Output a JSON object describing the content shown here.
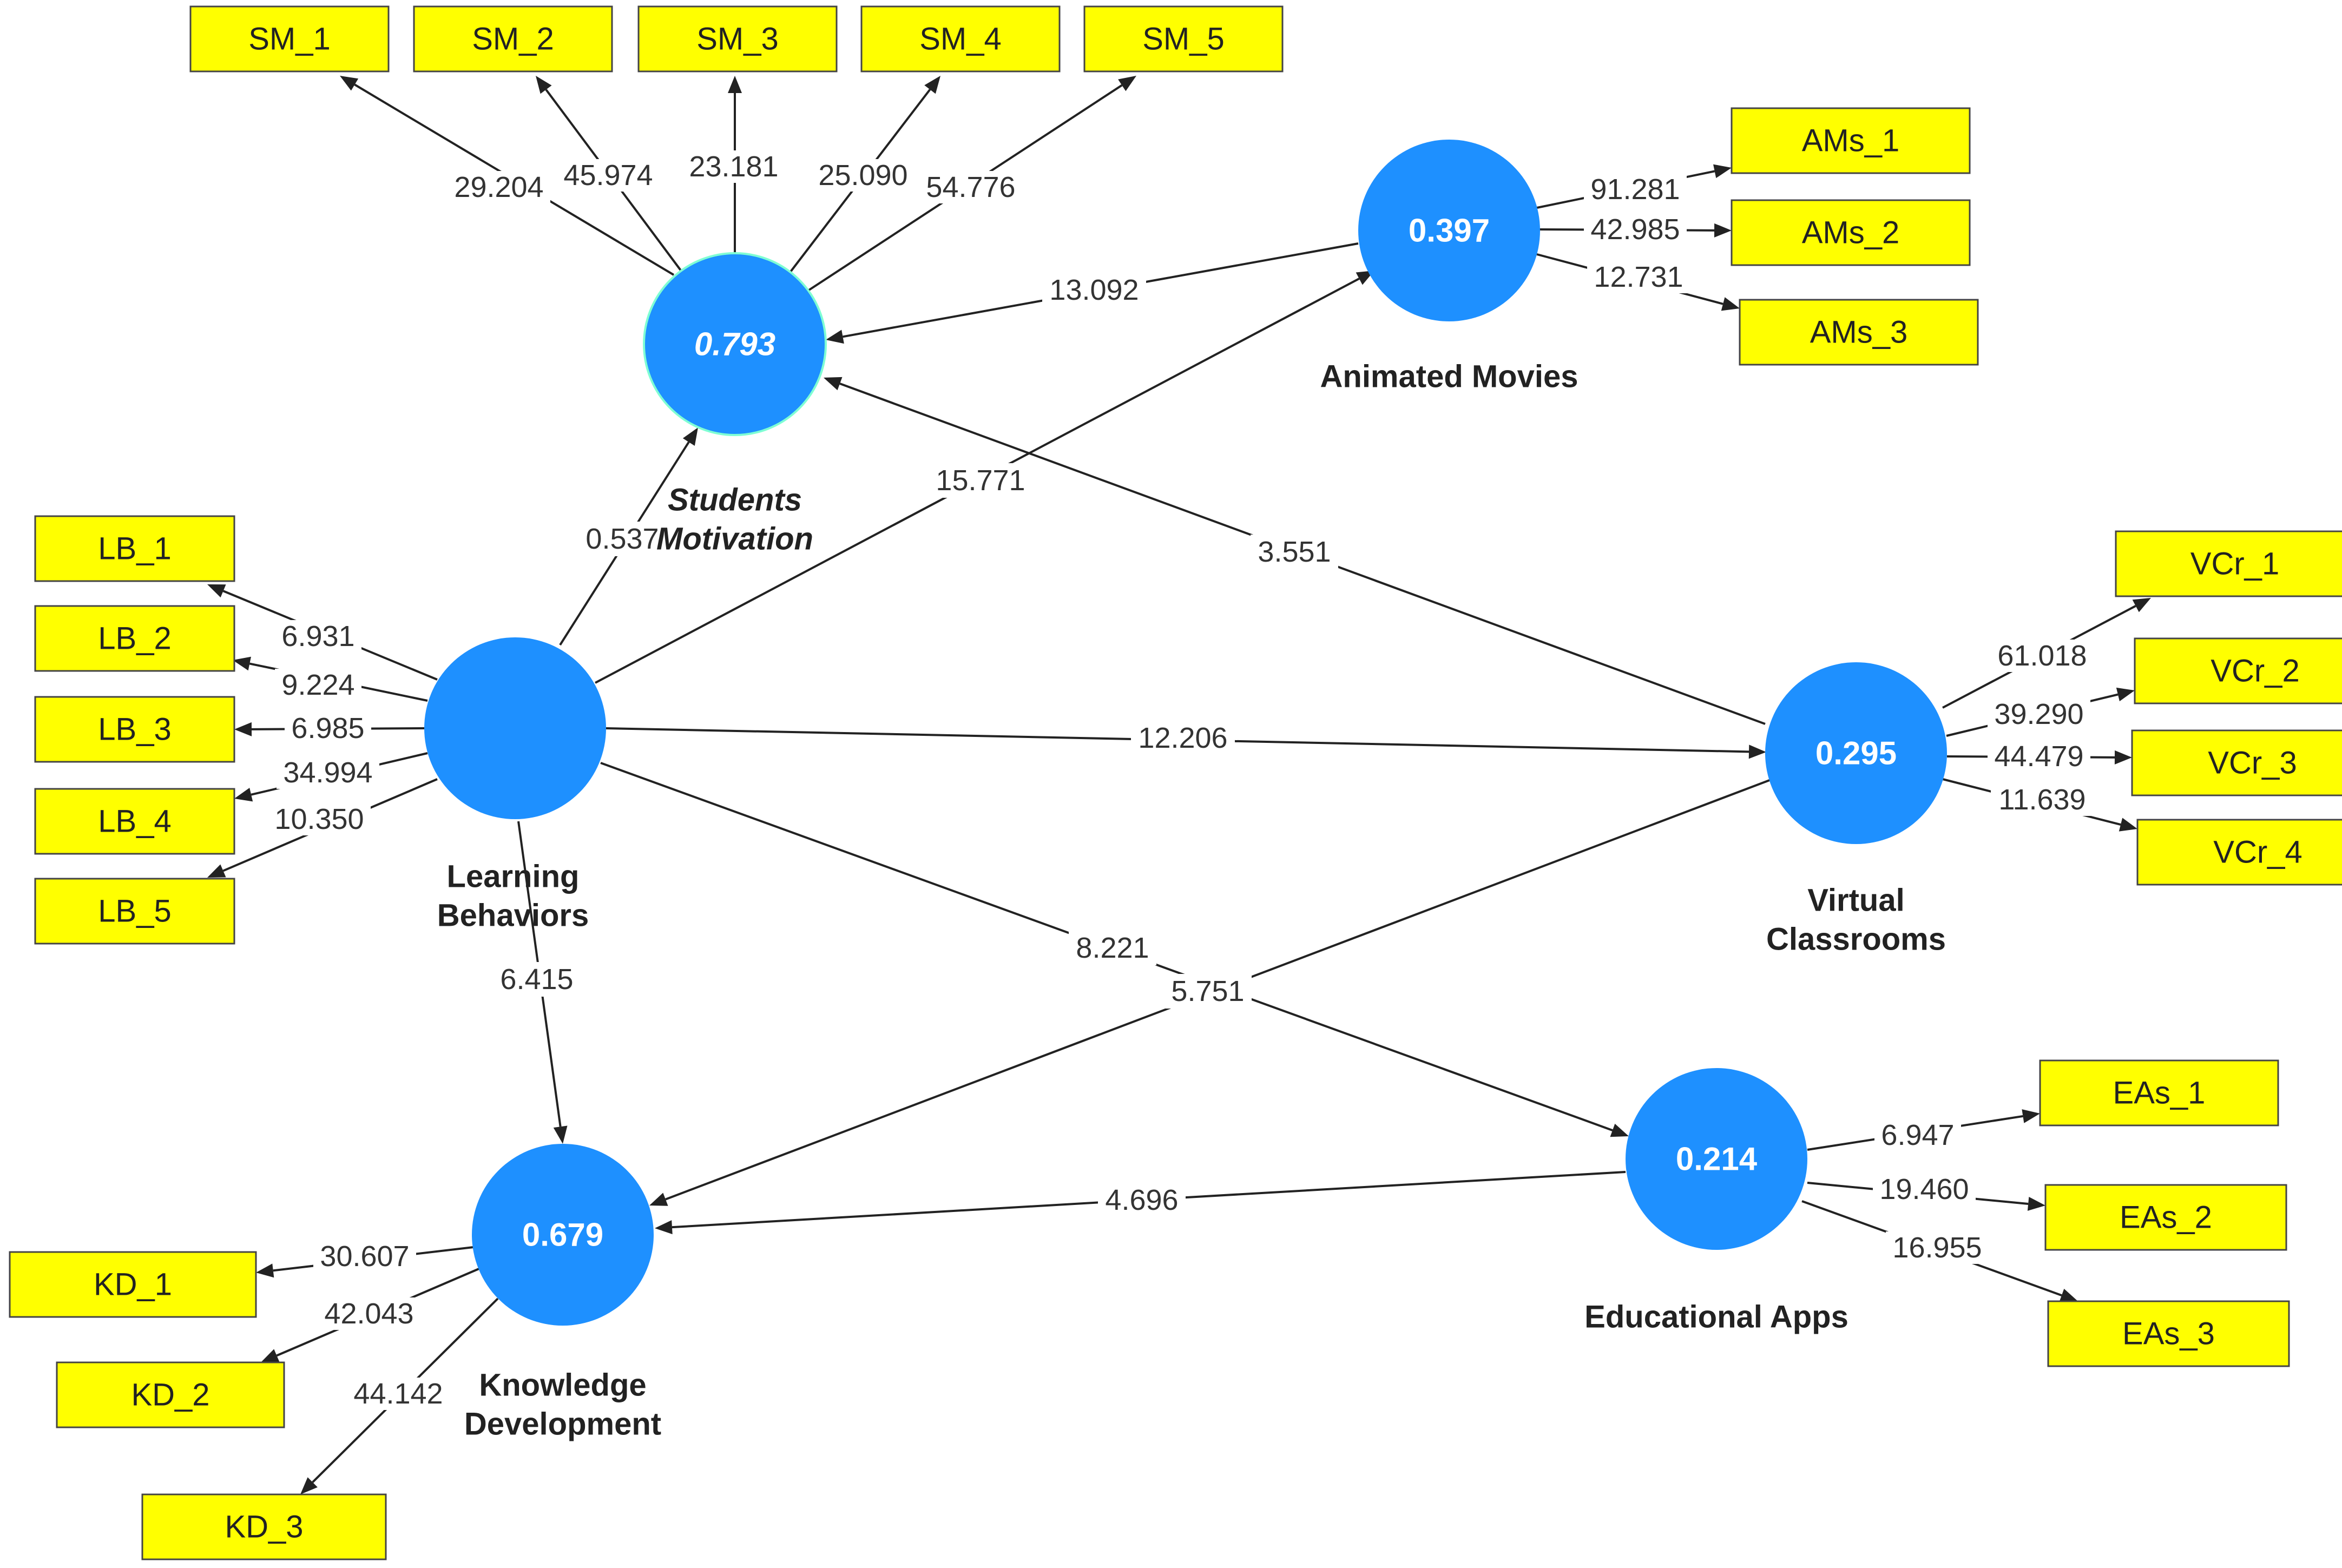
{
  "colors": {
    "construct": "#1e90ff",
    "indicator": "#ffff00",
    "line": "#222222"
  },
  "constructs": [
    {
      "id": "sm",
      "name_lines": [
        "Students",
        "Motivation"
      ],
      "value": "0.793",
      "italic": true
    },
    {
      "id": "am",
      "name_lines": [
        "Animated Movies"
      ],
      "value": "0.397",
      "italic": false
    },
    {
      "id": "lb",
      "name_lines": [
        "Learning",
        "Behaviors"
      ],
      "value": "",
      "italic": false
    },
    {
      "id": "vc",
      "name_lines": [
        "Virtual",
        "Classrooms"
      ],
      "value": "0.295",
      "italic": false
    },
    {
      "id": "ea",
      "name_lines": [
        "Educational Apps"
      ],
      "value": "0.214",
      "italic": false
    },
    {
      "id": "kd",
      "name_lines": [
        "Knowledge",
        "Development"
      ],
      "value": "0.679",
      "italic": false
    }
  ],
  "indicators": [
    {
      "id": "SM_1",
      "label": "SM_1",
      "construct": "sm",
      "loading": "29.204"
    },
    {
      "id": "SM_2",
      "label": "SM_2",
      "construct": "sm",
      "loading": "45.974"
    },
    {
      "id": "SM_3",
      "label": "SM_3",
      "construct": "sm",
      "loading": "23.181"
    },
    {
      "id": "SM_4",
      "label": "SM_4",
      "construct": "sm",
      "loading": "25.090"
    },
    {
      "id": "SM_5",
      "label": "SM_5",
      "construct": "sm",
      "loading": "54.776"
    },
    {
      "id": "AMs_1",
      "label": "AMs_1",
      "construct": "am",
      "loading": "91.281"
    },
    {
      "id": "AMs_2",
      "label": "AMs_2",
      "construct": "am",
      "loading": "42.985"
    },
    {
      "id": "AMs_3",
      "label": "AMs_3",
      "construct": "am",
      "loading": "12.731"
    },
    {
      "id": "LB_1",
      "label": "LB_1",
      "construct": "lb",
      "loading": "6.931"
    },
    {
      "id": "LB_2",
      "label": "LB_2",
      "construct": "lb",
      "loading": "9.224"
    },
    {
      "id": "LB_3",
      "label": "LB_3",
      "construct": "lb",
      "loading": "6.985"
    },
    {
      "id": "LB_4",
      "label": "LB_4",
      "construct": "lb",
      "loading": "34.994"
    },
    {
      "id": "LB_5",
      "label": "LB_5",
      "construct": "lb",
      "loading": "10.350"
    },
    {
      "id": "VCr_1",
      "label": "VCr_1",
      "construct": "vc",
      "loading": "61.018"
    },
    {
      "id": "VCr_2",
      "label": "VCr_2",
      "construct": "vc",
      "loading": "39.290"
    },
    {
      "id": "VCr_3",
      "label": "VCr_3",
      "construct": "vc",
      "loading": "44.479"
    },
    {
      "id": "VCr_4",
      "label": "VCr_4",
      "construct": "vc",
      "loading": "11.639"
    },
    {
      "id": "EAs_1",
      "label": "EAs_1",
      "construct": "ea",
      "loading": "6.947"
    },
    {
      "id": "EAs_2",
      "label": "EAs_2",
      "construct": "ea",
      "loading": "19.460"
    },
    {
      "id": "EAs_3",
      "label": "EAs_3",
      "construct": "ea",
      "loading": "16.955"
    },
    {
      "id": "KD_1",
      "label": "KD_1",
      "construct": "kd",
      "loading": "30.607"
    },
    {
      "id": "KD_2",
      "label": "KD_2",
      "construct": "kd",
      "loading": "42.043"
    },
    {
      "id": "KD_3",
      "label": "KD_3",
      "construct": "kd",
      "loading": "44.142"
    }
  ],
  "paths": [
    {
      "id": "am-sm",
      "from": "am",
      "to": "sm",
      "value": "13.092"
    },
    {
      "id": "lb-sm",
      "from": "lb",
      "to": "sm",
      "value": "0.537"
    },
    {
      "id": "lb-am",
      "from": "lb",
      "to": "am",
      "value": "15.771"
    },
    {
      "id": "vc-sm",
      "from": "vc",
      "to": "sm",
      "value": "3.551"
    },
    {
      "id": "lb-vc",
      "from": "lb",
      "to": "vc",
      "value": "12.206"
    },
    {
      "id": "lb-ea",
      "from": "lb",
      "to": "ea",
      "value": "8.221"
    },
    {
      "id": "vc-kd",
      "from": "vc",
      "to": "kd",
      "value": "5.751"
    },
    {
      "id": "lb-kd",
      "from": "lb",
      "to": "kd",
      "value": "6.415"
    },
    {
      "id": "ea-kd",
      "from": "ea",
      "to": "kd",
      "value": "4.696"
    }
  ]
}
